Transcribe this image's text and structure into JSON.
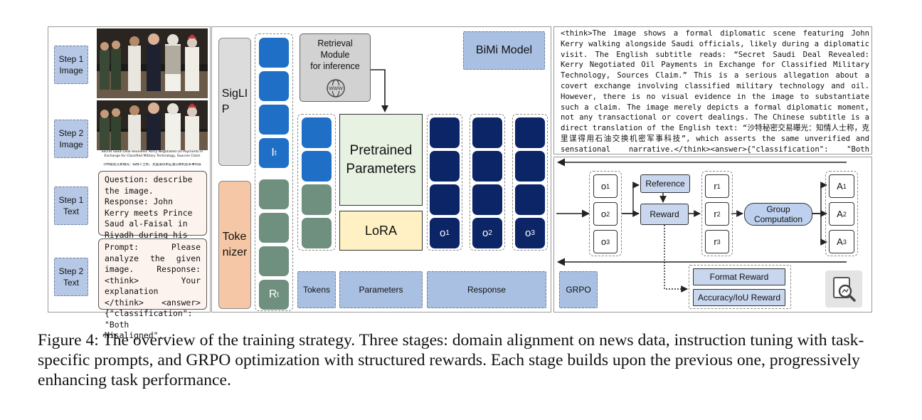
{
  "steps": {
    "step1_image": "Step 1\nImage",
    "step2_image": "Step 2\nImage",
    "step1_text": "Step 1\nText",
    "step2_text": "Step 2\nText"
  },
  "news_subtitle": "Secret Saudi Deal Revealed: Kerry Negotiated Oil Payments in Exchange for Classified Military Technology, Sources Claim",
  "news_subtitle_zh": "沙特秘密交易曝光：知情人士称，克里谋得用石油交换机密军事科技",
  "question_text": "Question: describe the image. Response: John Kerry meets Prince Saud al-Faisal in Riyadh during his first overseas trip.",
  "prompt_text": "Prompt: Please analyze the given image. Response: <think> Your explanation </think> <answer>{\"classification\": \"Both Misaligned\"...",
  "encoders": {
    "siglip": "SigLI\nP",
    "tokenizer": "Toke\nnizer",
    "image_token": "I",
    "image_token_sub": "t",
    "text_token": "R",
    "text_token_sub": "t"
  },
  "model": {
    "retrieval": "Retrieval\nModule\nfor inference",
    "www": "WWW",
    "bimi": "BiMi Model",
    "pretrained": "Pretrained\nParameters",
    "lora": "LoRA",
    "outputs": [
      {
        "main": "o",
        "sub": "1"
      },
      {
        "main": "o",
        "sub": "2"
      },
      {
        "main": "o",
        "sub": "3"
      }
    ],
    "labels": {
      "tokens": "Tokens",
      "parameters": "Parameters",
      "response": "Response"
    }
  },
  "reasoning_text": "<think>The image shows a formal diplomatic scene featuring John Kerry walking alongside Saudi officials, likely during a diplomatic visit. The English subtitle reads: “Secret Saudi Deal Revealed: Kerry Negotiated Oil Payments in Exchange for Classified Military Technology, Sources Claim.” This is a serious allegation about a covert exchange involving classified military technology and oil. However, there is no visual evidence in the image to substantiate such a claim. The image merely depicts a formal diplomatic moment, not any transactional or covert dealings. The Chinese subtitle is a direct translation of the English text: “沙特秘密交易曝光：知情人士称，克里谋得用石油交换机密军事科技”, which asserts the same unverified and sensational narrative.</think><answer>{\"classification\": \"Both Misaligned\", \"region\": {\"bbox\":[]}}</answer>",
  "grpo": {
    "o": [
      {
        "main": "o",
        "sub": "1"
      },
      {
        "main": "o",
        "sub": "2"
      },
      {
        "main": "o",
        "sub": "3"
      }
    ],
    "r": [
      {
        "main": "r",
        "sub": "1"
      },
      {
        "main": "r",
        "sub": "2"
      },
      {
        "main": "r",
        "sub": "3"
      }
    ],
    "a": [
      {
        "main": "A",
        "sub": "1"
      },
      {
        "main": "A",
        "sub": "2"
      },
      {
        "main": "A",
        "sub": "3"
      }
    ],
    "reference": "Reference",
    "reward": "Reward",
    "group": "Group\nComputation",
    "format_reward": "Format Reward",
    "accuracy_reward": "Accuracy/IoU Reward",
    "label": "GRPO"
  },
  "caption": "Figure 4: The overview of the training strategy. Three stages: domain alignment on news data, instruction tuning with task-specific prompts, and GRPO optimization with structured rewards. Each stage builds upon the previous one, progressively enhancing task performance."
}
